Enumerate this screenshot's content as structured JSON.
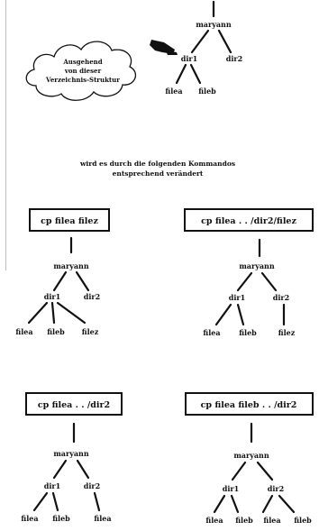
{
  "intro_cloud": {
    "line1": "Ausgehend",
    "line2": "von dieser",
    "line3": "Verzeichnis-Struktur"
  },
  "top_tree": {
    "root": "maryann",
    "dir1": "dir1",
    "dir2": "dir2",
    "filea": "filea",
    "fileb": "fileb"
  },
  "caption": {
    "line1": "wird es durch die folgenden Kommandos",
    "line2": "entsprechend verändert"
  },
  "examples": [
    {
      "command": "cp filea filez",
      "root": "maryann",
      "dir1": "dir1",
      "dir2": "dir2",
      "dir1_children": [
        "filea",
        "fileb",
        "filez"
      ],
      "dir2_children": []
    },
    {
      "command": "cp filea . . /dir2/filez",
      "root": "maryann",
      "dir1": "dir1",
      "dir2": "dir2",
      "dir1_children": [
        "filea",
        "fileb"
      ],
      "dir2_children": [
        "filez"
      ]
    },
    {
      "command": "cp filea . . /dir2",
      "root": "maryann",
      "dir1": "dir1",
      "dir2": "dir2",
      "dir1_children": [
        "filea",
        "fileb"
      ],
      "dir2_children": [
        "filea"
      ]
    },
    {
      "command": "cp filea fileb . . /dir2",
      "root": "maryann",
      "dir1": "dir1",
      "dir2": "dir2",
      "dir1_children": [
        "filea",
        "fileb"
      ],
      "dir2_children": [
        "filea",
        "fileb"
      ]
    }
  ]
}
